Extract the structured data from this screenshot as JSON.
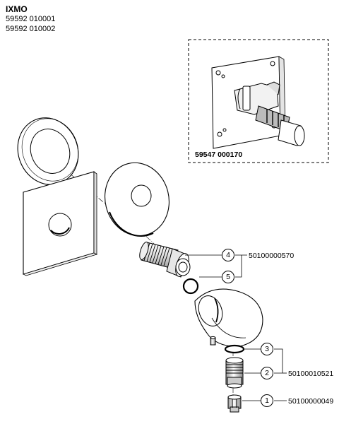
{
  "header": {
    "title": "IXMO",
    "codes": [
      "59592 010001",
      "59592 010002"
    ]
  },
  "inset": {
    "part_number": "59547 000170"
  },
  "callouts": [
    {
      "num": "4",
      "part": "50100000570"
    },
    {
      "num": "5",
      "part": ""
    },
    {
      "num": "3",
      "part": "50100010521"
    },
    {
      "num": "2",
      "part": ""
    },
    {
      "num": "1",
      "part": "50100000049"
    }
  ],
  "colors": {
    "line": "#000000",
    "fill": "#ffffff",
    "shade": "#d8d8d8",
    "dark": "#555555"
  }
}
